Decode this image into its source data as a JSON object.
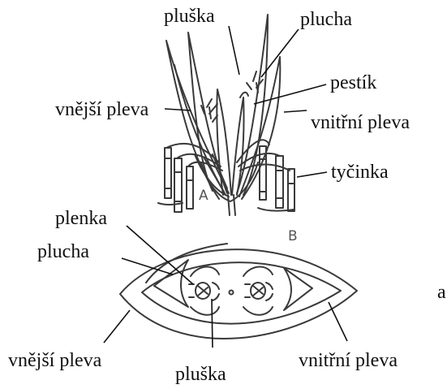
{
  "part_a": {
    "letter": "A",
    "labels": {
      "pluska": "pluška",
      "plucha": "plucha",
      "pestik": "pestík",
      "vnejsi_pleva": "vnější pleva",
      "vnitrni_pleva": "vnitřní pleva",
      "tycinka": "tyčinka"
    }
  },
  "part_b": {
    "letter": "B",
    "labels": {
      "plenka": "plenka",
      "plucha": "plucha",
      "vnejsi_pleva": "vnější pleva",
      "pluska": "pluška",
      "vnitrni_pleva": "vnitřní pleva",
      "cut_fragment": "a"
    }
  },
  "colors": {
    "ink": "#111111",
    "drawing": "#3a3a3a"
  }
}
